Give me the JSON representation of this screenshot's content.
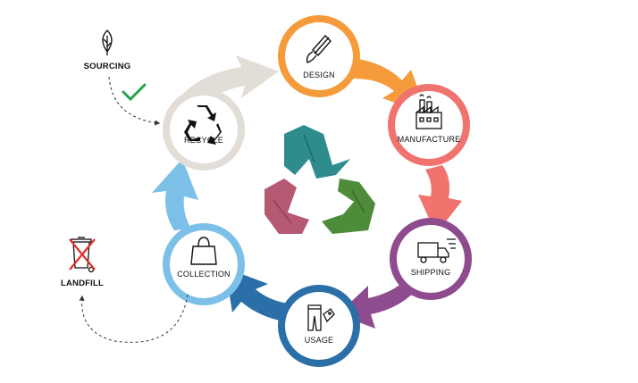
{
  "stages": [
    {
      "id": "design",
      "label": "DESIGN",
      "icon": "paintbrush-icon",
      "color": "#F59B3C"
    },
    {
      "id": "manufacture",
      "label": "MANUFACTURE",
      "icon": "factory-icon",
      "color": "#F0736E"
    },
    {
      "id": "shipping",
      "label": "SHIPPING",
      "icon": "delivery-truck-icon",
      "color": "#8E4B8E"
    },
    {
      "id": "usage",
      "label": "USAGE",
      "icon": "jeans-tag-icon",
      "color": "#2B6FA8"
    },
    {
      "id": "collection",
      "label": "COLLECTION",
      "icon": "shopping-bag-icon",
      "color": "#7CC0E8"
    },
    {
      "id": "recycle",
      "label": "RECYCLE",
      "icon": "recycle-icon",
      "color": "#E3DDD8"
    }
  ],
  "sourcing": {
    "label": "SOURCING",
    "icon": "leaf-icon",
    "check_icon": "check-icon",
    "check_color": "#27A34A"
  },
  "landfill": {
    "label": "LANDFILL",
    "icon": "crossed-out-bin-icon",
    "cross_color": "#E0302B"
  },
  "center": {
    "icon": "jeans-recycle-symbol",
    "colors": [
      "#2E8C8C",
      "#B65A74",
      "#4E8C3A"
    ]
  }
}
